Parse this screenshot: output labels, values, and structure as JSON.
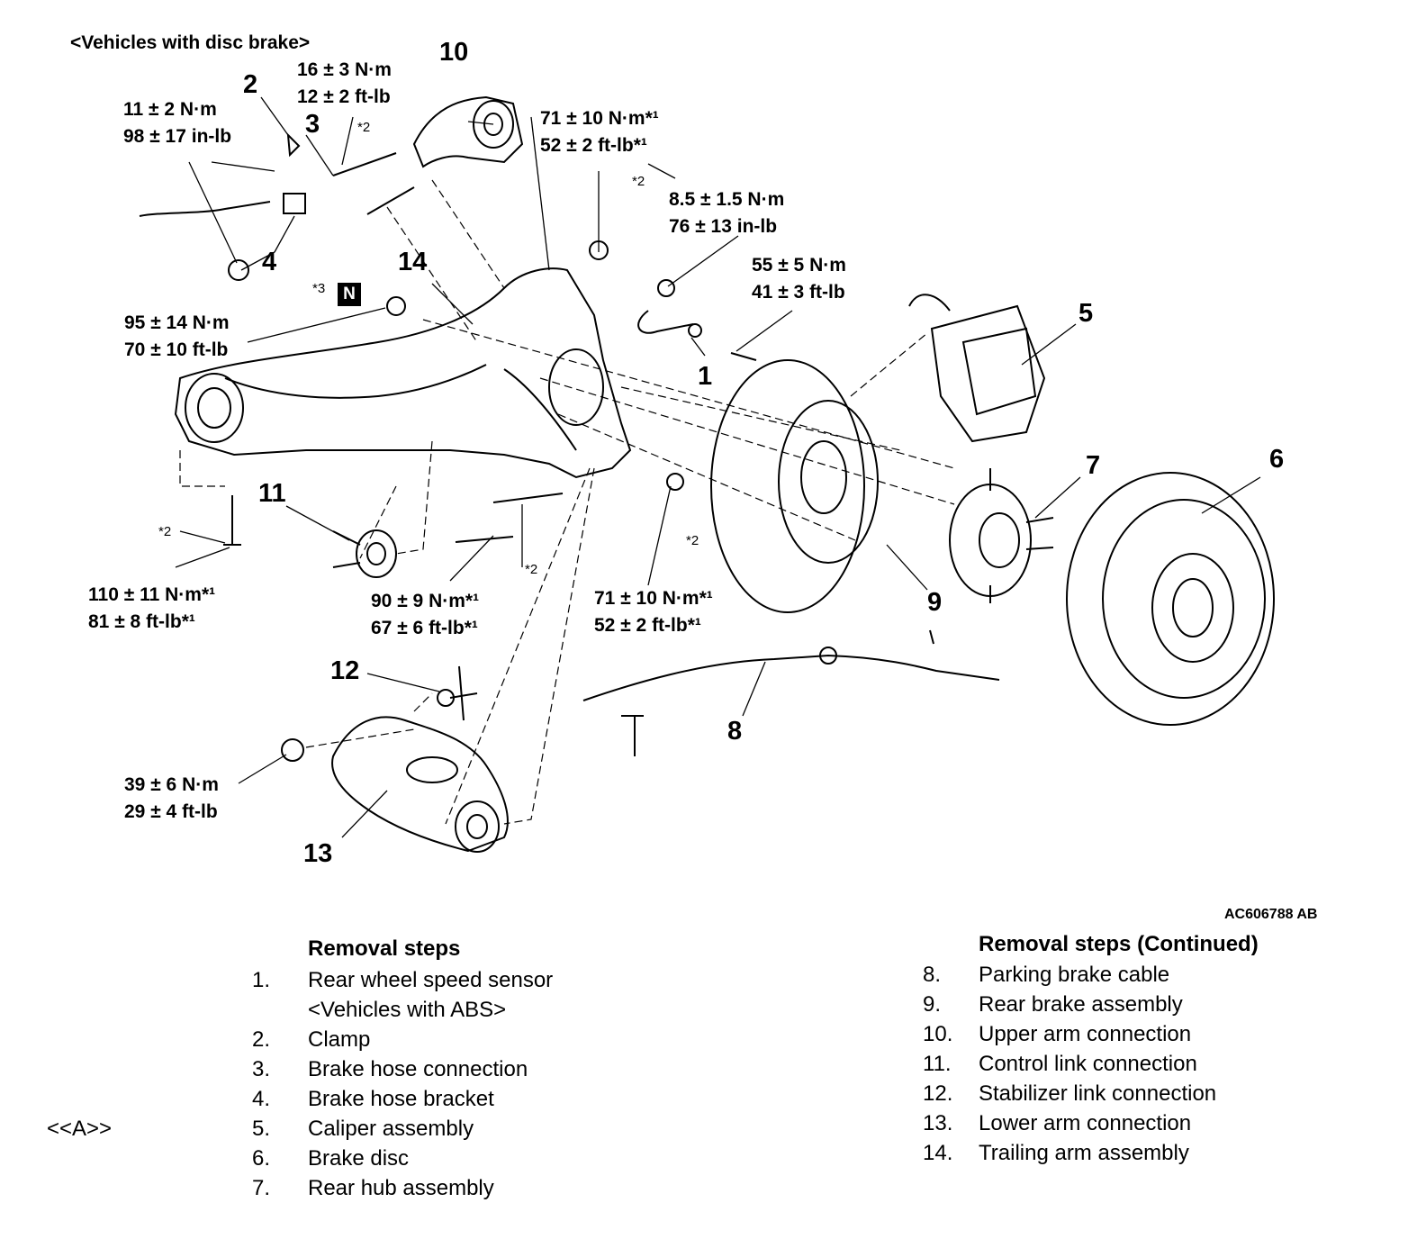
{
  "header": "<Vehicles with disc brake>",
  "figure_code": "AC606788 AB",
  "torques": [
    {
      "id": "t1",
      "l1": "16 ± 3 N·m",
      "l2": "12 ± 2 ft-lb"
    },
    {
      "id": "t2",
      "l1": "11 ± 2 N·m",
      "l2": "98 ± 17 in-lb"
    },
    {
      "id": "t3",
      "l1": "71 ± 10 N·m*¹",
      "l2": "52 ± 2 ft-lb*¹"
    },
    {
      "id": "t4",
      "l1": "8.5 ± 1.5 N·m",
      "l2": "76 ± 13 in-lb"
    },
    {
      "id": "t5",
      "l1": "55 ± 5 N·m",
      "l2": "41 ± 3 ft-lb"
    },
    {
      "id": "t6",
      "l1": "95 ± 14 N·m",
      "l2": "70 ± 10 ft-lb"
    },
    {
      "id": "t7",
      "l1": "110 ± 11 N·m*¹",
      "l2": "81 ± 8 ft-lb*¹"
    },
    {
      "id": "t8",
      "l1": "90 ±  9 N·m*¹",
      "l2": "67 ± 6  ft-lb*¹"
    },
    {
      "id": "t9",
      "l1": "71 ± 10 N·m*¹",
      "l2": "52 ± 2 ft-lb*¹"
    },
    {
      "id": "t10",
      "l1": "39 ± 6 N·m",
      "l2": "29 ± 4 ft-lb"
    }
  ],
  "callouts": [
    "1",
    "2",
    "3",
    "4",
    "5",
    "6",
    "7",
    "8",
    "9",
    "10",
    "11",
    "12",
    "13",
    "14"
  ],
  "notes": {
    "star2": "*2",
    "star3": "*3",
    "n_mark": "N"
  },
  "procedure": {
    "marker": "<<A>>",
    "left_title": "Removal steps",
    "right_title": "Removal steps (Continued)",
    "left_steps": [
      {
        "num": "1.",
        "label": "Rear wheel speed sensor",
        "sub": "<Vehicles with ABS>"
      },
      {
        "num": "2.",
        "label": "Clamp"
      },
      {
        "num": "3.",
        "label": "Brake hose connection"
      },
      {
        "num": "4.",
        "label": "Brake hose bracket"
      },
      {
        "num": "5.",
        "label": "Caliper assembly"
      },
      {
        "num": "6.",
        "label": "Brake disc"
      },
      {
        "num": "7.",
        "label": "Rear hub assembly"
      }
    ],
    "right_steps": [
      {
        "num": "8.",
        "label": "Parking brake cable"
      },
      {
        "num": "9.",
        "label": "Rear brake assembly"
      },
      {
        "num": "10.",
        "label": "Upper arm connection"
      },
      {
        "num": "11.",
        "label": "Control link connection"
      },
      {
        "num": "12.",
        "label": "Stabilizer link connection"
      },
      {
        "num": "13.",
        "label": "Lower arm connection"
      },
      {
        "num": "14.",
        "label": "Trailing arm assembly"
      }
    ]
  }
}
